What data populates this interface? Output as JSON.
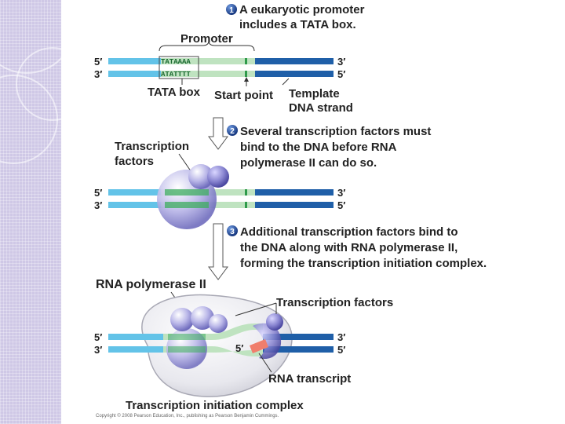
{
  "steps": [
    {
      "number": "1",
      "lines": [
        "A eukaryotic promoter",
        "includes a TATA box."
      ]
    },
    {
      "number": "2",
      "lines": [
        "Several transcription factors must",
        "bind to the DNA before RNA",
        "polymerase II can do so."
      ]
    },
    {
      "number": "3",
      "lines": [
        "Additional transcription factors bind to",
        "the DNA along with RNA polymerase II,",
        "forming the transcription initiation complex."
      ]
    }
  ],
  "labels": {
    "promoter": "Promoter",
    "tata_box": "TATA box",
    "start_point": "Start point",
    "template_strand": [
      "Template",
      "DNA strand"
    ],
    "transcription_factors_2": [
      "Transcription",
      "factors"
    ],
    "rna_polymerase": "RNA polymerase II",
    "transcription_factors_3": "Transcription factors",
    "rna_transcript": "RNA transcript",
    "initiation_complex": "Transcription initiation complex",
    "five_prime": "5′",
    "three_prime": "3′"
  },
  "sequences": {
    "top": "TATAAAA",
    "bottom": "ATATTTT"
  },
  "copyright": "Copyright © 2008 Pearson Education, Inc., publishing as Pearson Benjamin Cummings.",
  "colors": {
    "coding_strand": "#63c3e8",
    "promoter_region": "#bfe3c0",
    "template_strand": "#1f5fa8",
    "protein": "#b7b4e6",
    "polymerase": "#e9e9ee",
    "rna": "#f07e6c",
    "step_badge": "#1b3f8f"
  }
}
